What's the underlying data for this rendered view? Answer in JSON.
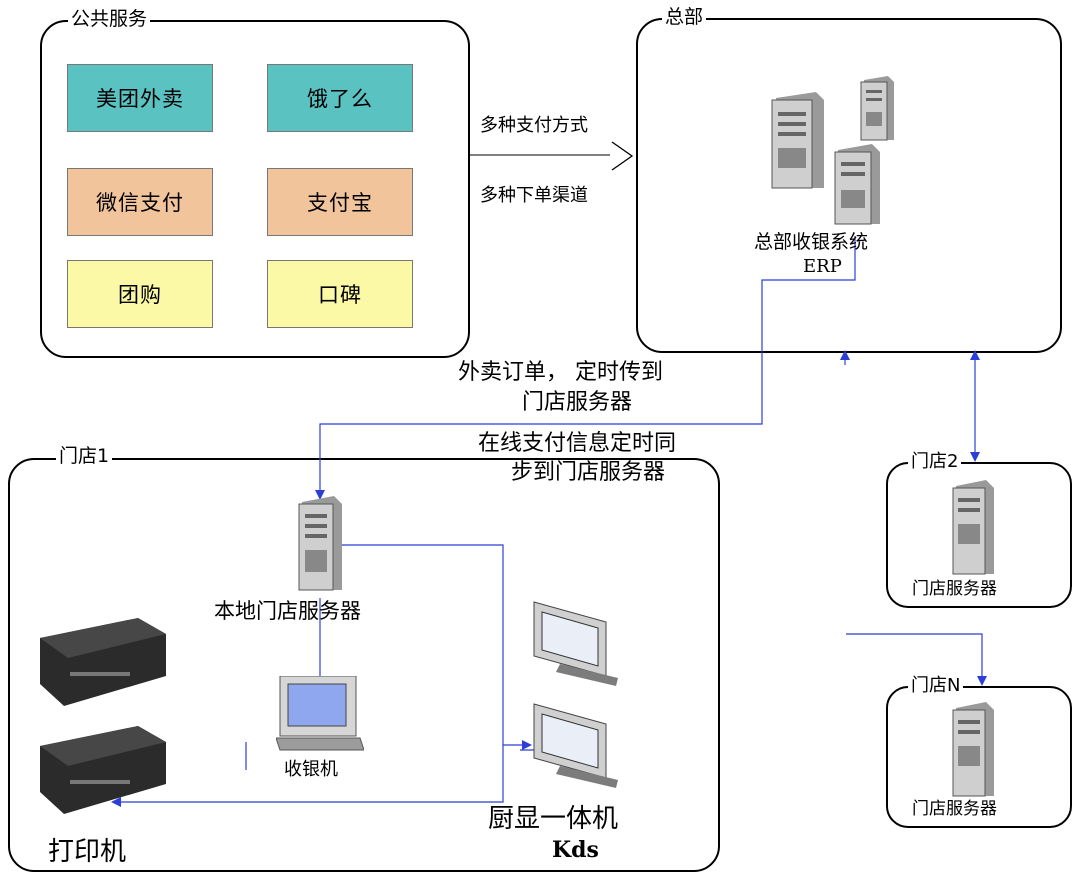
{
  "groups": {
    "public_services": "公共服务",
    "headquarters": "总部",
    "store1": "门店1",
    "store2": "门店2",
    "storeN": "门店N"
  },
  "services": [
    {
      "label": "美团外卖",
      "color": "#5bc2c2"
    },
    {
      "label": "饿了么",
      "color": "#5bc2c2"
    },
    {
      "label": "微信支付",
      "color": "#f2c49b"
    },
    {
      "label": "支付宝",
      "color": "#f2c49b"
    },
    {
      "label": "团购",
      "color": "#fbf9a6"
    },
    {
      "label": "口碑",
      "color": "#fbf9a6"
    }
  ],
  "arrow_labels": {
    "payment_methods": "多种支付方式",
    "order_channels": "多种下单渠道"
  },
  "hq": {
    "system_label": "总部收银系统",
    "erp_label": "ERP"
  },
  "sync": {
    "line1": "外卖订单，  定时传到",
    "line2": "门店服务器",
    "line3": "在线支付信息定时同",
    "line4": "步到门店服务器"
  },
  "store1": {
    "server_label": "本地门店服务器",
    "pos_label": "收银机",
    "kds_label": "厨显一体机",
    "kds_sub": "Kds",
    "printer_label": "打印机"
  },
  "store2": {
    "server_label": "门店服务器"
  },
  "storeN": {
    "server_label": "门店服务器"
  },
  "colors": {
    "line": "#2b3fd6",
    "border": "#000000"
  },
  "icons": [
    "server-icon",
    "monitor-icon",
    "printer-icon",
    "computer-icon",
    "hollow-arrow-icon"
  ]
}
